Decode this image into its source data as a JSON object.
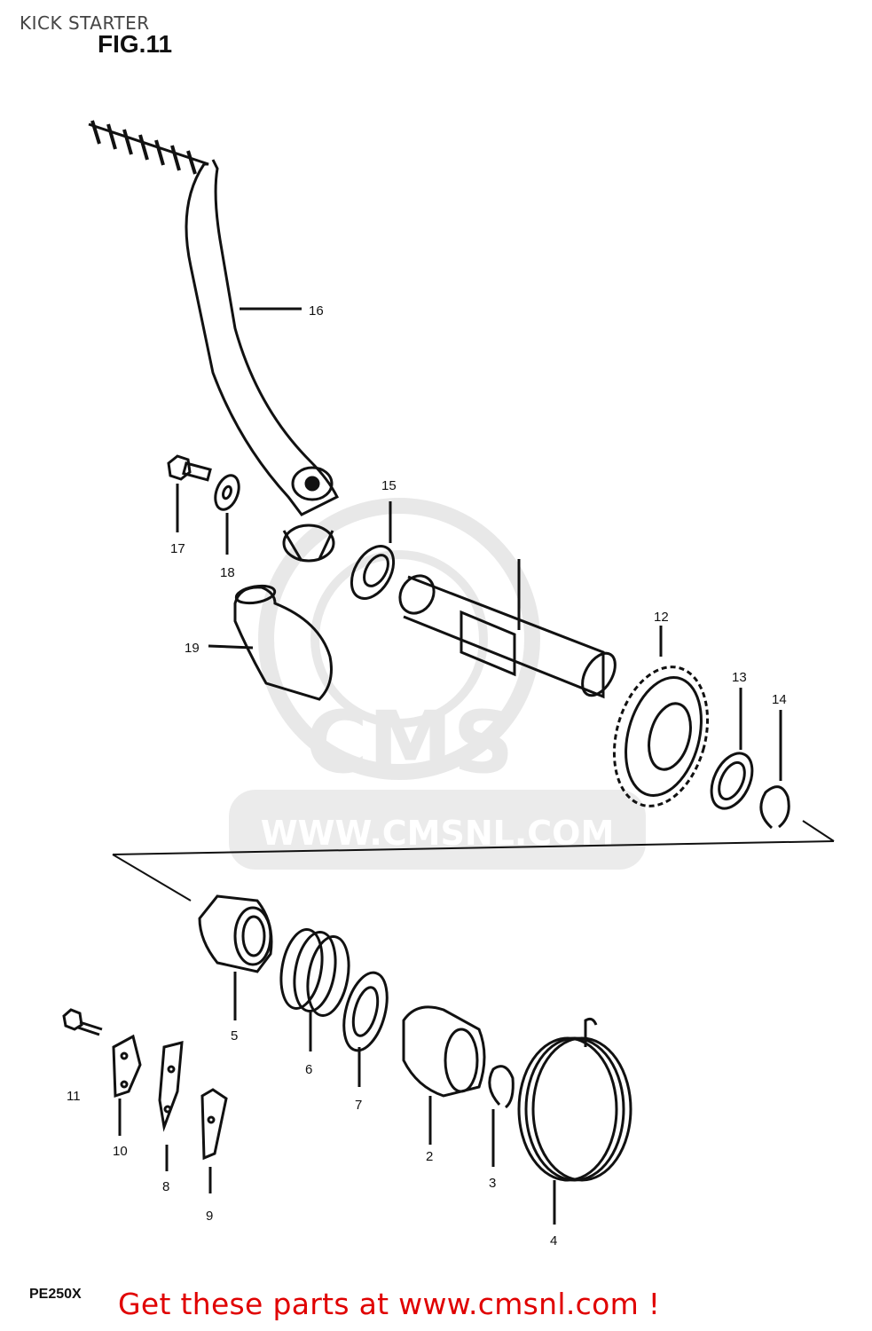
{
  "header": {
    "title": "KICK STARTER"
  },
  "figure": {
    "label": "FIG.11",
    "model": "PE250X"
  },
  "watermark": {
    "brand": "CMS",
    "url": "WWW.CMSNL.COM"
  },
  "parts": [
    {
      "id": "16",
      "label": "16"
    },
    {
      "id": "15",
      "label": "15"
    },
    {
      "id": "17",
      "label": "17"
    },
    {
      "id": "18",
      "label": "18"
    },
    {
      "id": "19",
      "label": "19"
    },
    {
      "id": "12",
      "label": "12"
    },
    {
      "id": "13",
      "label": "13"
    },
    {
      "id": "14",
      "label": "14"
    },
    {
      "id": "5",
      "label": "5"
    },
    {
      "id": "6",
      "label": "6"
    },
    {
      "id": "7",
      "label": "7"
    },
    {
      "id": "2",
      "label": "2"
    },
    {
      "id": "3",
      "label": "3"
    },
    {
      "id": "4",
      "label": "4"
    },
    {
      "id": "11",
      "label": "11"
    },
    {
      "id": "10",
      "label": "10"
    },
    {
      "id": "8",
      "label": "8"
    },
    {
      "id": "9",
      "label": "9"
    }
  ],
  "footer": {
    "cta": "Get these parts at www.cmsnl.com !"
  }
}
